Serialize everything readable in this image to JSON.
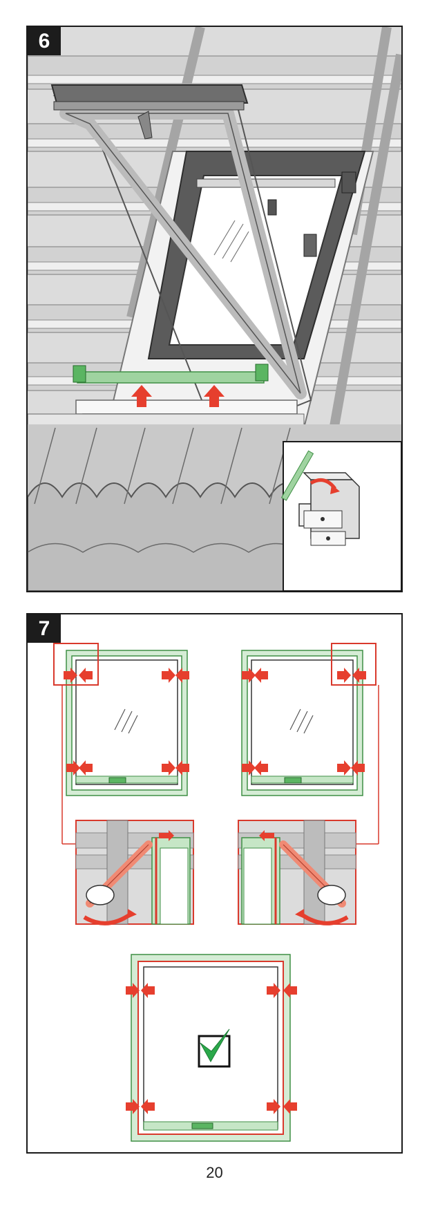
{
  "steps": [
    {
      "number": "6",
      "inset_icon": "drawer-storage-icon"
    },
    {
      "number": "7",
      "confirm_icon": "checkmark-box-icon"
    }
  ],
  "page_number": "20",
  "colors": {
    "frame_green": "#9fd3a0",
    "frame_green_dark": "#3f8f45",
    "arrow_red": "#e63f2e",
    "outline_red": "#d9392c",
    "roof_grey": "#d4d4d4",
    "sash_grey": "#6e6e6e"
  }
}
